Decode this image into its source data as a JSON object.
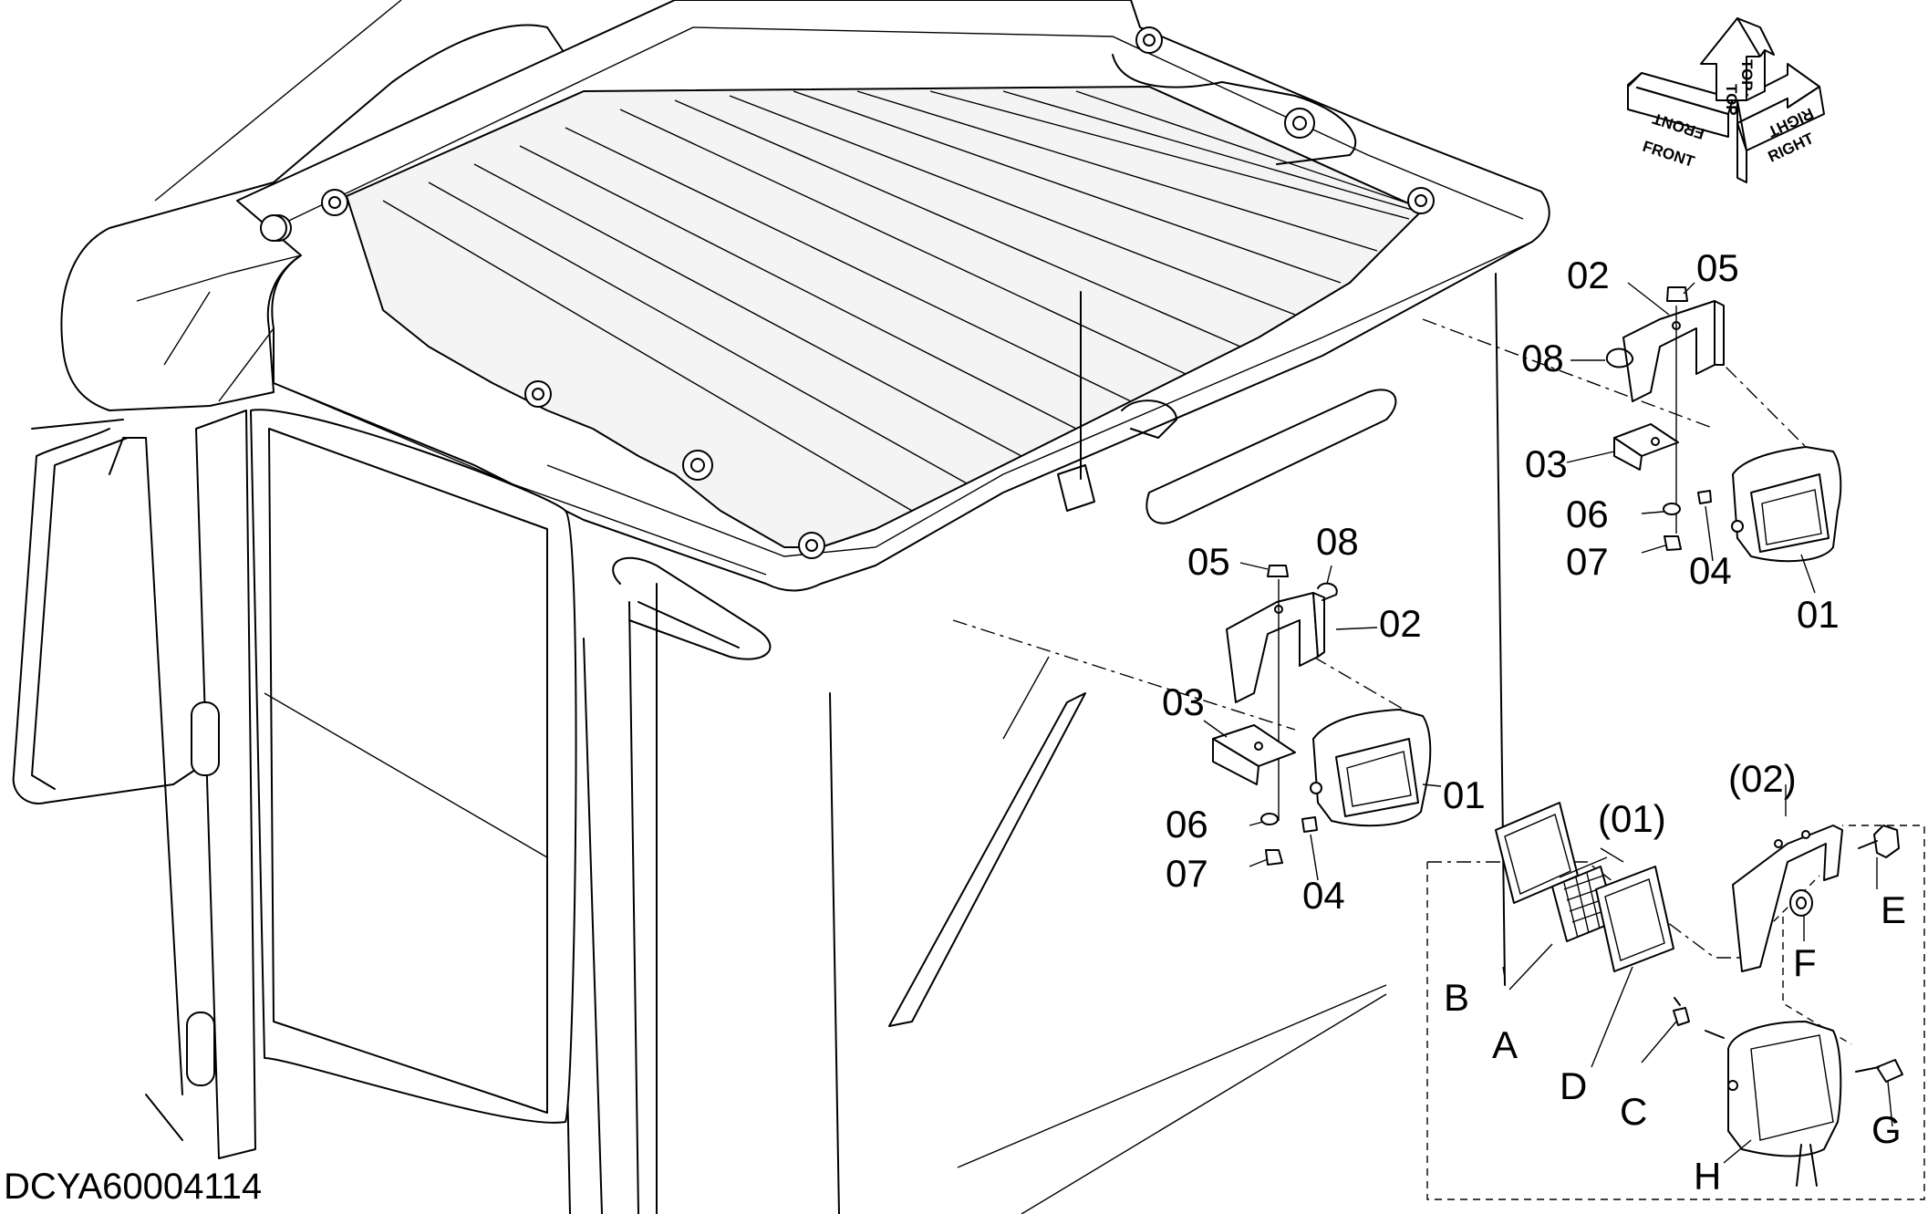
{
  "drawing": {
    "code": "DCYA60004114",
    "orientation": {
      "front": "FRONT",
      "top": "TOP",
      "right": "RIGHT"
    },
    "callouts": {
      "right_lamp": {
        "p01": "01",
        "p02": "02",
        "p03": "03",
        "p04": "04",
        "p05": "05",
        "p06": "06",
        "p07": "07",
        "p08": "08"
      },
      "left_lamp": {
        "p01": "01",
        "p02": "02",
        "p03": "03",
        "p04": "04",
        "p05": "05",
        "p06": "06",
        "p07": "07",
        "p08": "08"
      },
      "detail": {
        "lamp": "(01)",
        "bracket": "(02)",
        "A": "A",
        "B": "B",
        "C": "C",
        "D": "D",
        "E": "E",
        "F": "F",
        "G": "G",
        "H": "H"
      }
    }
  }
}
